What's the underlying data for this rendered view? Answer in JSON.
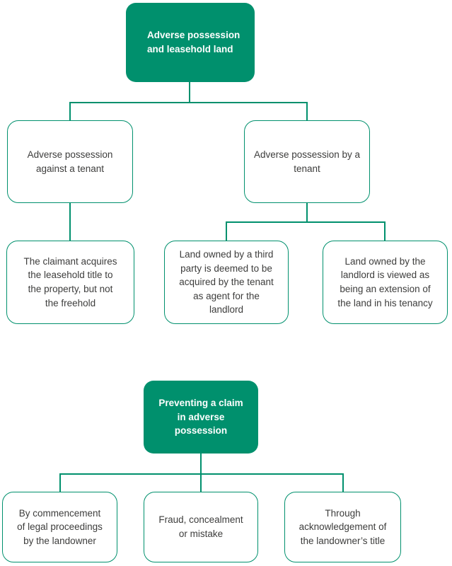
{
  "palette": {
    "accent_green": "#00906D",
    "text_dark": "#3d3d3c",
    "box_background": "#ffffff"
  },
  "tree1": {
    "root": {
      "label": "Adverse possession\nand leasehold land"
    },
    "children": [
      {
        "label": "Adverse possession\nagainst a tenant"
      },
      {
        "label": "Adverse possession by a\ntenant"
      }
    ],
    "leaves": [
      {
        "label": "The claimant acquires\nthe leasehold title to\nthe property, but not\nthe freehold"
      },
      {
        "label": "Land owned by a third\nparty is deemed to be\nacquired by the tenant\nas agent for the\nlandlord"
      },
      {
        "label": "Land owned by the\nlandlord is viewed as\nbeing an extension of\nthe land in his tenancy"
      }
    ]
  },
  "tree2": {
    "root": {
      "label": "Preventing a claim\nin adverse\npossession"
    },
    "children": [
      {
        "label": "By commencement\nof legal proceedings\nby the landowner"
      },
      {
        "label": "Fraud, concealment\nor mistake"
      },
      {
        "label": "Through\nacknowledgement of\nthe landowner’s title"
      }
    ]
  }
}
